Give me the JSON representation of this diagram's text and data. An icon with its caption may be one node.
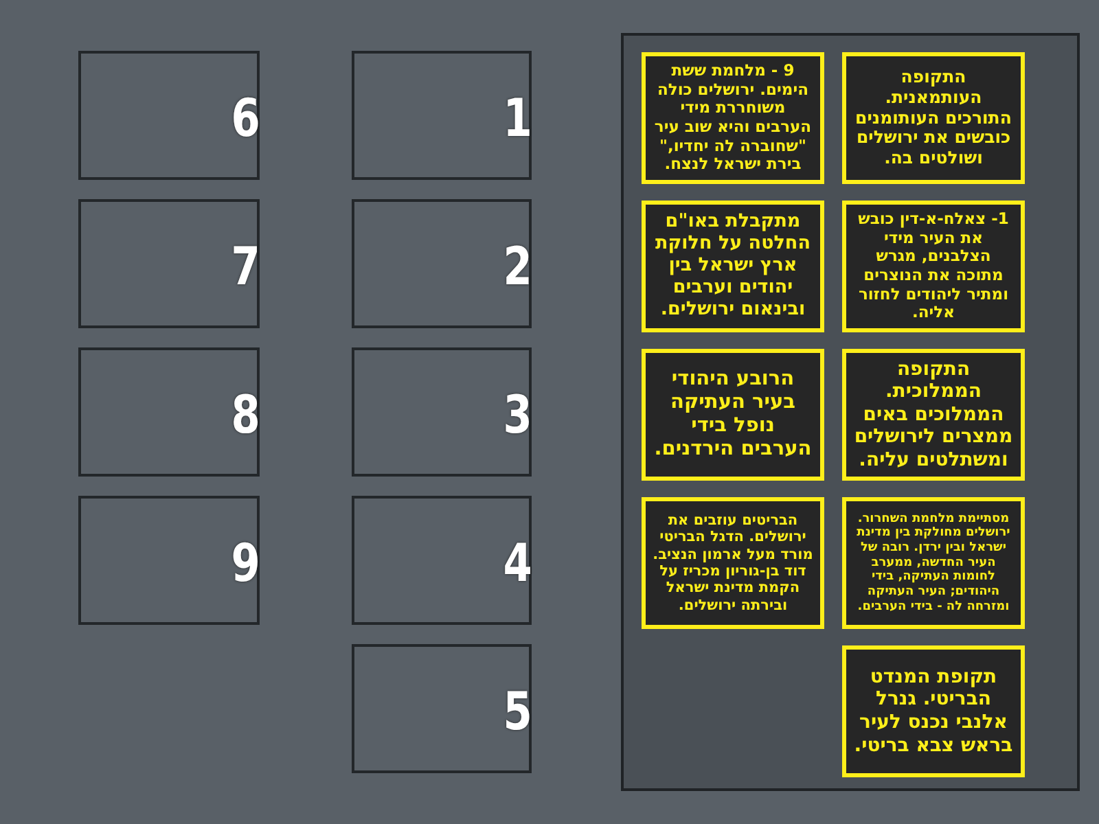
{
  "diagram": {
    "nodes": [
      {
        "text": [
          "6"
        ]
      },
      {
        "text": [
          "7"
        ]
      },
      {
        "text": [
          "8"
        ]
      },
      {
        "text": [
          "9"
        ]
      },
      {
        "text": [
          "1"
        ]
      },
      {
        "text": [
          "2"
        ]
      },
      {
        "text": [
          "3"
        ]
      },
      {
        "text": [
          "4"
        ]
      },
      {
        "text": [
          "5"
        ]
      },
      {
        "text": [],
        "shape": "box"
      },
      {
        "text": [
          "התקופה העותמאנית. התורכים העותומנים כובשים את ירושלים ושולטים בה."
        ],
        "in": 9
      },
      {
        "text": [
          "9 - מלחמת ששת הימים. ירושלים כולה משוחררת מידי הערבים והיא שוב עיר \"שחוברה לה יחדיו,\" בירת ישראל לנצח."
        ],
        "in": 9
      },
      {
        "text": [
          "1- צאלח-א-דין כובש את העיר מידי הצלבנים, מגרש מתוכה את הנוצרים ומתיר ליהודים לחזור אליה."
        ],
        "in": 9
      },
      {
        "text": [
          "מתקבלת באו\"ם החלטה על חלוקת ארץ ישראל בין יהודים וערבים ובינאום ירושלים."
        ],
        "in": 9
      },
      {
        "text": [
          "התקופה הממלוכית. הממלוכים באים ממצרים לירושלים ומשתלטים עליה."
        ],
        "in": 9
      },
      {
        "text": [
          "הרובע היהודי בעיר העתיקה נופל בידי הערבים הירדנים."
        ],
        "in": 9
      },
      {
        "text": [
          "מסתיימת מלחמת השחרור. ירושלים מחולקת בין מדינת ישראל ובין ירדן. רובה של העיר החדשה, ממערב לחומות העתיקה, בידי היהודים; העיר העתיקה ומזרחה לה - בידי הערבים."
        ],
        "in": 9
      },
      {
        "text": [
          "הבריטים עוזבים את ירושלים. הדגל הבריטי מורד מעל ארמון הנציב. דוד בן-גוריון מכריז על הקמת מדינת ישראל ובירתה ירושלים."
        ],
        "in": 9
      },
      {
        "text": [
          "תקופת המנדט הבריטי. גנרל אלנבי נכנס לעיר בראש צבא בריטי."
        ],
        "in": 9
      }
    ]
  }
}
